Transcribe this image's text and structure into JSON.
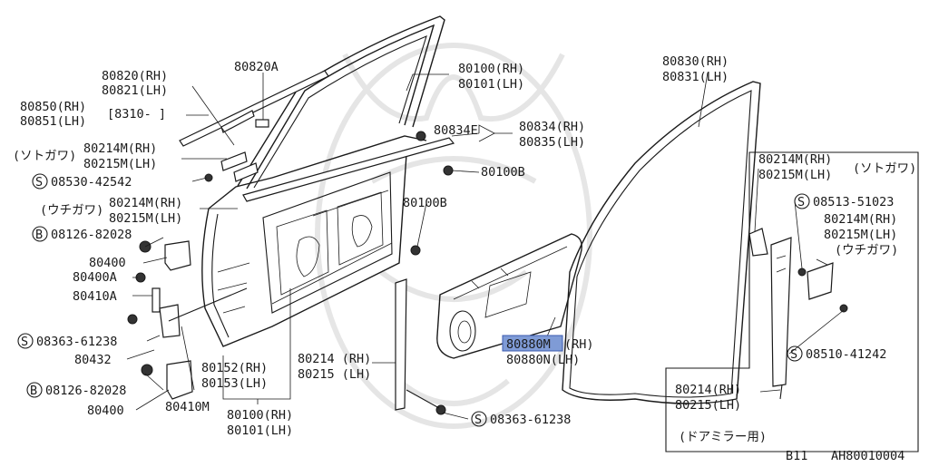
{
  "labels": {
    "l80820rh": "80820(RH)",
    "l80821lh": "80821(LH)",
    "l80820a": "80820A",
    "l80100rh_top": "80100(RH)",
    "l80101lh_top": "80101(LH)",
    "l80850rh": "80850(RH)",
    "l80851lh": "80851(LH)",
    "l8310": "[8310-   ]",
    "l80834e": "80834E",
    "l80834rh": "80834(RH)",
    "l80835lh": "80835(LH)",
    "l_sotogawa1": "(ソトガワ)",
    "l80214m_a": "80214M(RH)",
    "l80215m_a": "80215M(LH)",
    "l80100b_a": "80100B",
    "s08530": "08530-42542",
    "l_uchigawa1": "(ウチガワ)",
    "l80214m_b": "80214M(RH)",
    "l80215m_b": "80215M(LH)",
    "l80100b_b": "80100B",
    "b08126_a": "08126-82028",
    "l80400_a": "80400",
    "l80400a": "80400A",
    "l80410a": "80410A",
    "s08363_a": "08363-61238",
    "l80432": "80432",
    "b08126_b": "08126-82028",
    "l80400_b": "80400",
    "l80410m": "80410M",
    "l80152rh": "80152(RH)",
    "l80153lh": "80153(LH)",
    "l80100rh_bot": "80100(RH)",
    "l80101lh_bot": "80101(LH)",
    "l80214rh_mid": "80214 (RH)",
    "l80215lh_mid": "80215 (LH)",
    "s08363_b": "08363-61238",
    "l80880m": "80880M",
    "l80880m_rh": "(RH)",
    "l80880n": "80880N(LH)",
    "l80830rh": "80830(RH)",
    "l80831lh": "80831(LH)",
    "l80214m_c": "80214M(RH)",
    "l80215m_c": "80215M(LH)",
    "l_sotogawa2": "(ソトガワ)",
    "s08513": "08513-51023",
    "l80214m_d": "80214M(RH)",
    "l80215m_d": "80215M(LH)",
    "l_uchigawa2": "(ウチガワ)",
    "s08510": "08510-41242",
    "l80214rh_r": "80214(RH)",
    "l80215lh_r": "80215(LH)",
    "l_doormirror": "(ドアミラー用)",
    "l_b11": "B11",
    "l_code": "AH80010004"
  },
  "markers": {
    "s": "S",
    "b": "B"
  }
}
